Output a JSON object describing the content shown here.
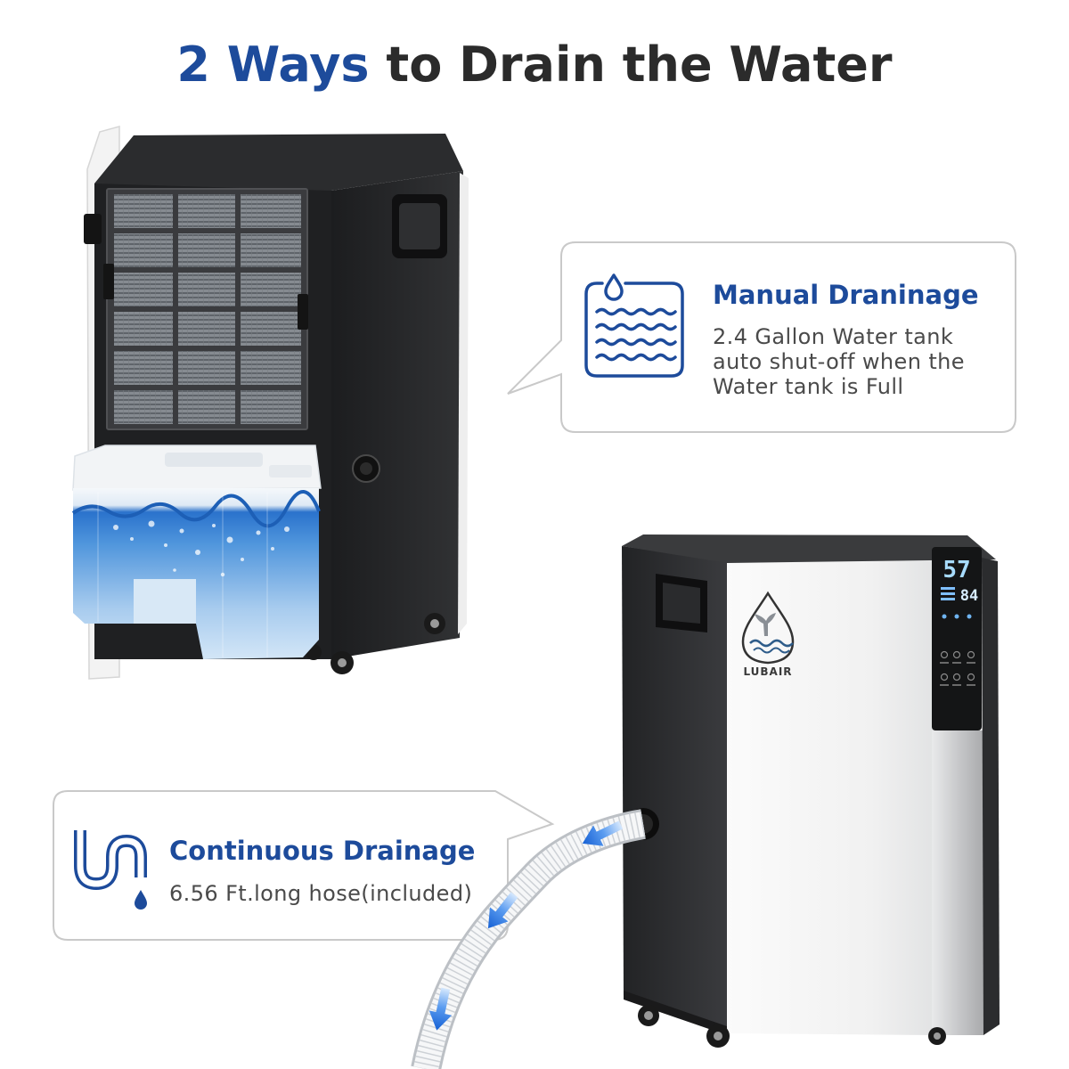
{
  "title": {
    "part1": "2 Ways",
    "part2": "to Drain the Water"
  },
  "colors": {
    "accent": "#1d4b9b",
    "text": "#2b2b2b",
    "body_text": "#4a4a4a",
    "arrow": "#1560d4",
    "callout_border": "#c9c9c9"
  },
  "callouts": {
    "manual": {
      "icon": "water-tank-icon",
      "title": "Manual Draninage",
      "lines": [
        "2.4 Gallon Water tank",
        "auto shut-off when the",
        "Water tank is Full"
      ]
    },
    "continuous": {
      "icon": "drain-pipe-icon",
      "title": "Continuous Drainage",
      "body": "6.56 Ft.long hose(included)"
    }
  },
  "product": {
    "brand": "LUBAIR",
    "logo_icon": "whale-drop-icon",
    "display": {
      "humidity": "57",
      "secondary": "84"
    }
  }
}
